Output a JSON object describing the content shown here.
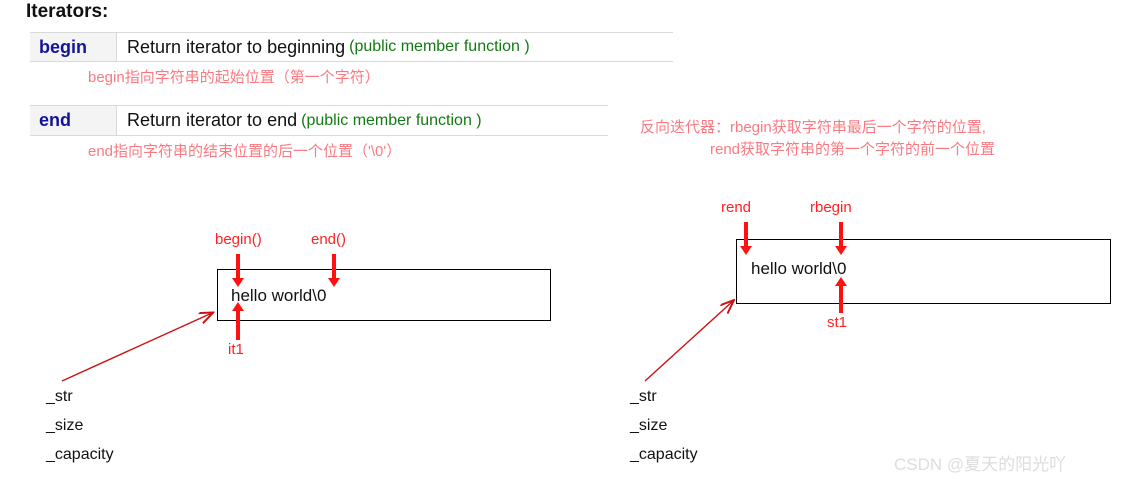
{
  "page": {
    "title": "Iterators:"
  },
  "reference_table": {
    "rows": [
      {
        "name": "begin",
        "description": "Return iterator to beginning",
        "kind": "(public member function )",
        "note": "begin指向字符串的起始位置（第一个字符）"
      },
      {
        "name": "end",
        "description": "Return iterator to end",
        "kind": "(public member function )",
        "note": "end指向字符串的结束位置的后一个位置（'\\0'）"
      }
    ]
  },
  "reverse_note": {
    "line1": "反向迭代器：rbegin获取字符串最后一个字符的位置,",
    "line2": "rend获取字符串的第一个字符的前一个位置"
  },
  "forward_diagram": {
    "buffer_text": "hello world\\0",
    "top_labels": [
      {
        "text": "begin()"
      },
      {
        "text": "end()"
      }
    ],
    "bottom_labels": [
      {
        "text": "it1"
      }
    ],
    "fields": [
      "_str",
      "_size",
      "_capacity"
    ]
  },
  "reverse_diagram": {
    "buffer_text": "hello world\\0",
    "top_labels": [
      {
        "text": "rend"
      },
      {
        "text": "rbegin"
      }
    ],
    "bottom_labels": [
      {
        "text": "st1"
      }
    ],
    "fields": [
      "_str",
      "_size",
      "_capacity"
    ]
  },
  "watermark": {
    "text": "CSDN @夏天的阳光吖"
  },
  "colors": {
    "name_blue": "#14149b",
    "kind_green": "#137a13",
    "note_red": "#fa7a82",
    "arrow_red": "#ff1111",
    "label_red": "#ff2222",
    "watermark_gray": "#dddddd"
  }
}
